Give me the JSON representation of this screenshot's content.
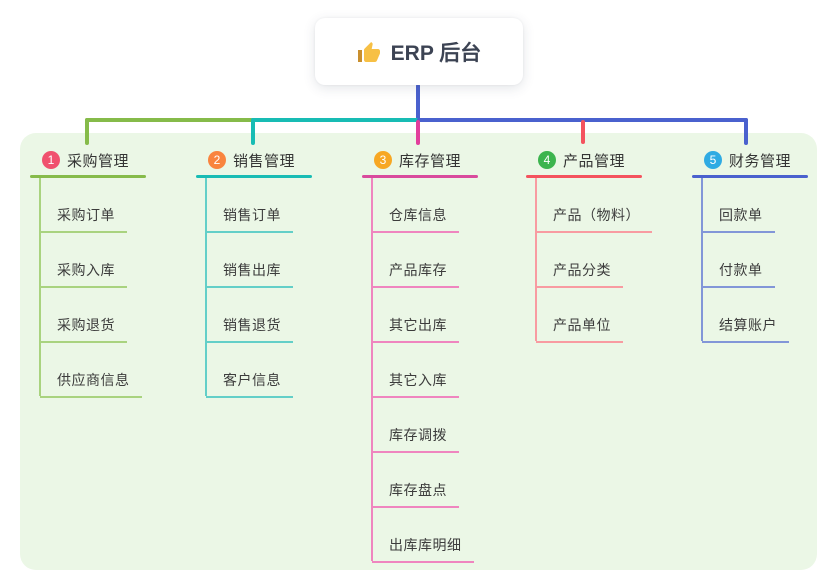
{
  "root": {
    "title": "ERP 后台",
    "icon": "thumbs-up-icon"
  },
  "colors": {
    "panel_bg": "#ebf7e6",
    "green": "#86bb4a",
    "teal": "#18bcb4",
    "blue": "#4a61ce",
    "magenta": "#e23e9c",
    "red": "#f4535e"
  },
  "branches": [
    {
      "number": "1",
      "label": "采购管理",
      "colors": {
        "badge": "#f0516e",
        "line": "#86bb4a",
        "child_line": "#a9d37f"
      },
      "children": [
        "采购订单",
        "采购入库",
        "采购退货",
        "供应商信息"
      ]
    },
    {
      "number": "2",
      "label": "销售管理",
      "colors": {
        "badge": "#f9843e",
        "line": "#18bcb4",
        "child_line": "#63cfc8"
      },
      "children": [
        "销售订单",
        "销售出库",
        "销售退货",
        "客户信息"
      ]
    },
    {
      "number": "3",
      "label": "库存管理",
      "colors": {
        "badge": "#f7a723",
        "line": "#d94b9d",
        "child_line": "#ef85bf"
      },
      "children": [
        "仓库信息",
        "产品库存",
        "其它出库",
        "其它入库",
        "库存调拨",
        "库存盘点",
        "出库库明细"
      ]
    },
    {
      "number": "4",
      "label": "产品管理",
      "colors": {
        "badge": "#3cb44e",
        "line": "#f4535e",
        "child_line": "#f89ba1"
      },
      "children": [
        "产品（物料）",
        "产品分类",
        "产品单位"
      ]
    },
    {
      "number": "5",
      "label": "财务管理",
      "colors": {
        "badge": "#2fabe3",
        "line": "#4a61ce",
        "child_line": "#8296d8"
      },
      "children": [
        "回款单",
        "付款单",
        "结算账户"
      ]
    }
  ]
}
